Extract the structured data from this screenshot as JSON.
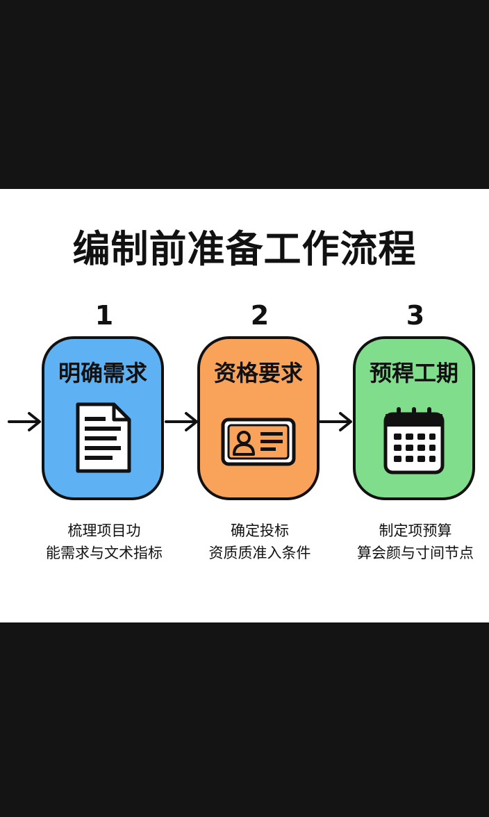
{
  "title": "编制前准备工作流程",
  "steps": [
    {
      "num": "1",
      "label": "明确需求",
      "icon": "document-icon",
      "color": "#5eb1f2",
      "desc": [
        "梳理项目功",
        "能需求与文术指标"
      ]
    },
    {
      "num": "2",
      "label": "资格要求",
      "icon": "id-card-icon",
      "color": "#f9a35a",
      "desc": [
        "确定投标",
        "资质质准入条件"
      ]
    },
    {
      "num": "3",
      "label": "预稈工期",
      "icon": "calendar-icon",
      "color": "#7fdd8c",
      "desc": [
        "制定项预算",
        "算会颜与寸间节点"
      ]
    }
  ]
}
